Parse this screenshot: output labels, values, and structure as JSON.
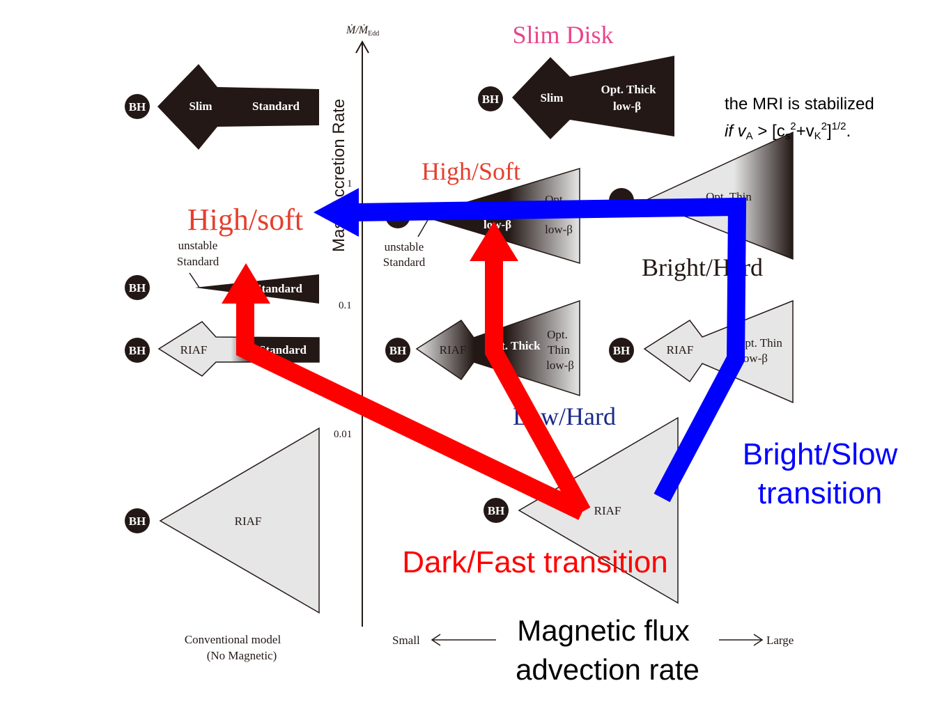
{
  "axes": {
    "y_symbol": "Ṁ/Ṁ",
    "y_symbol_sub": "Edd",
    "y_title": "Mass Accretion Rate",
    "ticks": [
      "1",
      "0.1",
      "0.01"
    ],
    "x_small": "Small",
    "x_large": "Large",
    "x_title_line1": "Magnetic flux",
    "x_title_line2": "advection rate"
  },
  "regime_titles": {
    "slim_disk": "Slim Disk",
    "high_soft": "High/Soft",
    "bright_hard": "Bright/Hard",
    "low_hard": "Low/Hard",
    "high_soft_left": "High/soft"
  },
  "components": {
    "bh": "BH",
    "slim": "Slim",
    "standard": "Standard",
    "opt_thick": "Opt. Thick",
    "low_beta": "low-β",
    "opt_thin": "Opt. Thin",
    "opt": "Opt.",
    "thin": "Thin",
    "riaf": "RIAF",
    "unstable": "unstable",
    "thick": "Thick"
  },
  "left_column_caption_1": "Conventional model",
  "left_column_caption_2": "(No Magnetic)",
  "mri_note": {
    "line1": "the MRI is stabilized",
    "line2_prefix": "if v",
    "line2_sub_a": "A",
    "line2_mid": " > [c",
    "line2_sub_s": "s",
    "line2_sup_2a": "2",
    "line2_plus": "+v",
    "line2_sub_k": "K",
    "line2_sup_2b": "2",
    "line2_close": "]",
    "line2_sup_half": "1/2",
    "line2_end": "."
  },
  "transitions": {
    "bright_slow_line1": "Bright/Slow",
    "bright_slow_line2": "transition",
    "dark_fast": "Dark/Fast transition"
  },
  "colors": {
    "red": "#ff0000",
    "blue": "#0000ff",
    "pink": "#e8468c",
    "navy": "#1a2a8c",
    "ink": "#231815",
    "gray_fill": "#e6e6e6"
  }
}
